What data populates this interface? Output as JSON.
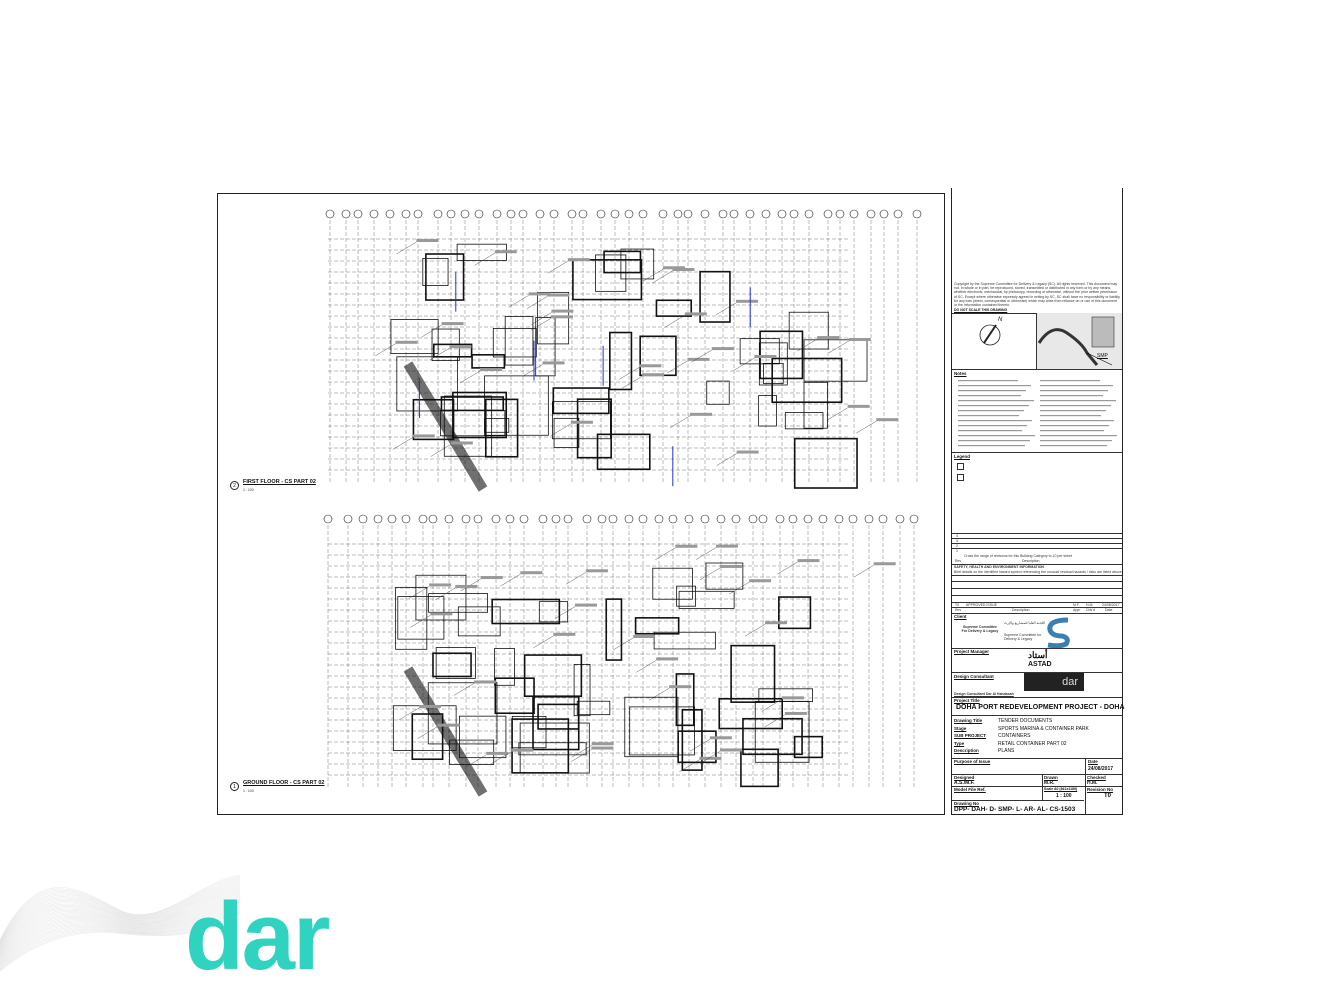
{
  "plans": [
    {
      "number": "2",
      "title": "FIRST FLOOR - CS PART 02",
      "scale": "1 : 100"
    },
    {
      "number": "1",
      "title": "GROUND FLOOR - CS PART 02",
      "scale": "1 : 100"
    }
  ],
  "title_block": {
    "copyright": "Copyright by the Supreme Committee for Delivery & Legacy (SC). All rights reserved. This document may not, in whole or in part, be reproduced, stored, transmitted or distributed in any form or by any means, whether electronic, mechanical, by photocopy, recording or otherwise, without the prior written permission of SC. Except where otherwise expressly agreed in writing by SC, SC shall have no responsibility or liability for any loss (direct, consequential or otherwise) which may arise from reliance on or use of this document or the information contained therein.",
    "do_not_scale": "DO NOT SCALE THIS DRAWING",
    "north_label": "N",
    "key_plan_label": "SMP",
    "notes_label": "Notes",
    "legend_label": "Legend",
    "revision_rows": [
      "4",
      "3",
      "2",
      "1"
    ],
    "revision_note": "Cross the range of revisions for this Building Category to 10 per sheet",
    "rev_header": {
      "rev": "Rev",
      "description": "Description"
    },
    "safety_title": "SAFETY, HEALTH AND ENVIRONMENT INFORMATION",
    "safety_text": "Brief details on the identified hazard symbol referencing the unusual residual hazards / risks are listed above.",
    "approved_row": {
      "rev": "T0",
      "description": "APPROVED ISSUE",
      "by": "M.F.",
      "checked": "H.M.",
      "date": "24/08/2017"
    },
    "approval_header": {
      "rev": "Rev",
      "description": "Description",
      "appr": "Appr",
      "checked": "Chk'd",
      "date": "Date"
    },
    "client_label": "Client",
    "client_name": "Supreme Committee For Delivery & Legacy",
    "client_arabic": "اللجنة العليا للمشاريع والإرث",
    "client_name_2": "Supreme Committee for Delivery & Legacy",
    "project_manager_label": "Project Manager",
    "pm_logo": "ASTAD",
    "pm_logo_arabic": "أستاد",
    "design_consultant_label": "Design Consultant",
    "dc_logo": "dar",
    "dc_line": "Design Consultant Dar Al Handasah",
    "project_title_label": "Project Title",
    "project_title": "DOHA PORT REDEVELOPMENT PROJECT - DOHA",
    "info": [
      {
        "label": "Drawing Title",
        "value": "TENDER DOCUMENTS"
      },
      {
        "label": "Stage",
        "value": "SPORTS MARINA & CONTAINER PARK"
      },
      {
        "label": "SUB PROJECT",
        "value": "CONTAINERS"
      },
      {
        "label": "Type",
        "value": "RETAIL CONTAINER PART 02"
      },
      {
        "label": "Description",
        "value": "PLANS"
      }
    ],
    "purpose_label": "Purpose of Issue",
    "date_label": "Date",
    "date": "24/08/2017",
    "designed_label": "Designed",
    "designed": "A.S./M.F.",
    "drawn_label": "Drawn",
    "drawn": "M.R.",
    "checked_label": "Checked",
    "checked": "H.M.",
    "model_label": "Model File Ref.",
    "scale_label": "Scale A0 (841x1189)",
    "scale": "1 : 100",
    "revision_label": "Revision No",
    "revision": "T0",
    "drawing_no_label": "Drawing No",
    "drawing_no": "DPP- DAH- D- SMP- L- AR- AL- CS-1503"
  },
  "brand": {
    "logo_text": "dar",
    "color": "#2fd3c0"
  }
}
